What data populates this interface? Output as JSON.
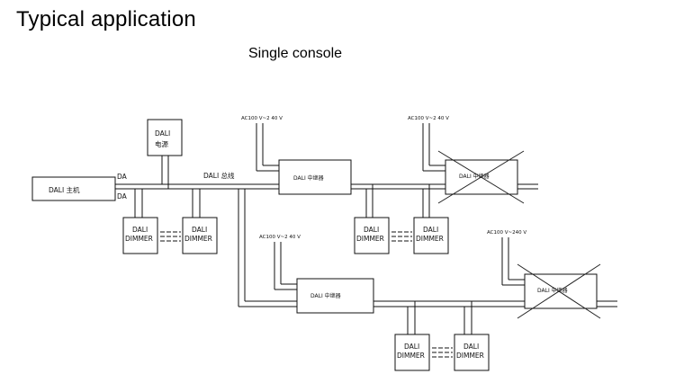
{
  "title": "Typical application",
  "subtitle": "Single console",
  "diagram": {
    "master_label": "DALI 主机",
    "power_supply_label_1": "DALI",
    "power_supply_label_2": "电源",
    "bus_label": "DALI 总线",
    "da_top": "DA",
    "da_bottom": "DA",
    "relay_label": "DALI 中继器",
    "ac_label_1": "AC100 V~2 40 V",
    "ac_label_2": "AC100 V~2 40 V",
    "ac_label_3": "AC100 V~2 40 V",
    "ac_label_4": "AC100 V~240 V",
    "dimmer_line_1": "DALI",
    "dimmer_line_2": "DIMMER"
  }
}
